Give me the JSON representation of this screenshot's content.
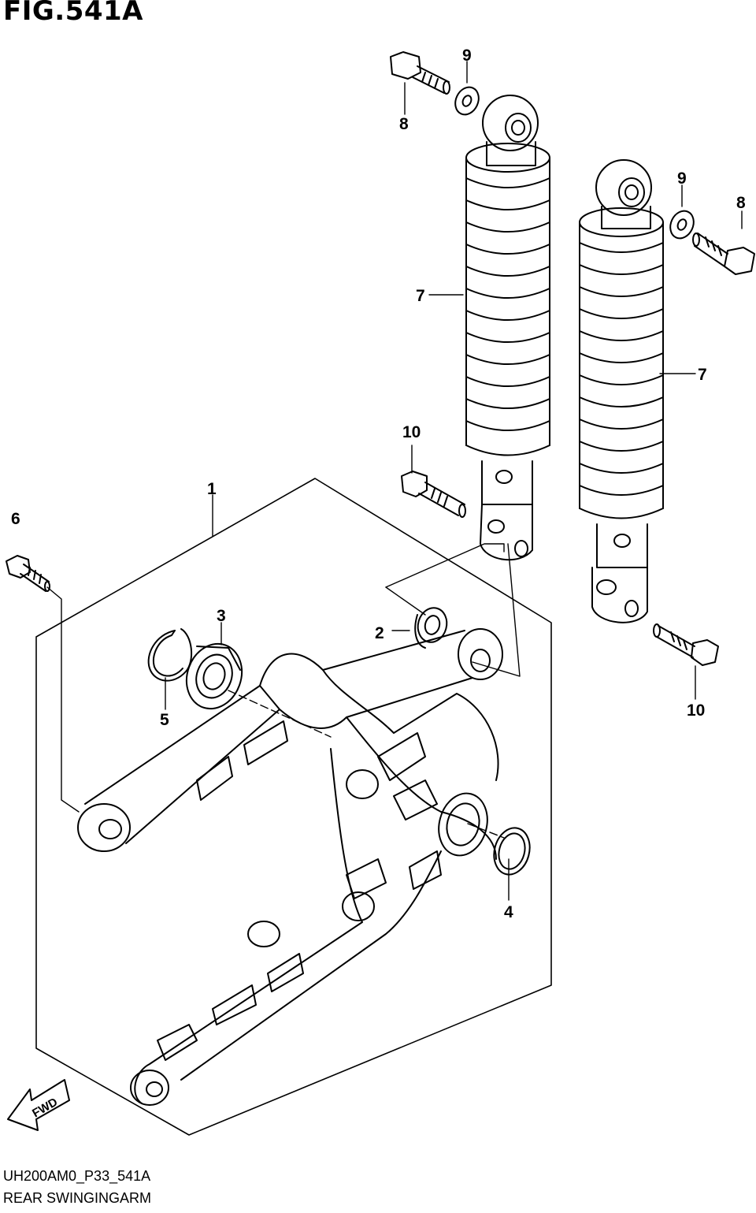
{
  "figure": {
    "title": "FIG.541A",
    "reference_code": "UH200AM0_P33_541A",
    "subtitle": "REAR SWINGINGARM"
  },
  "callouts": {
    "c1": "1",
    "c2": "2",
    "c3": "3",
    "c4": "4",
    "c5": "5",
    "c6": "6",
    "c7a": "7",
    "c7b": "7",
    "c8a": "8",
    "c8b": "8",
    "c9a": "9",
    "c9b": "9",
    "c10a": "10",
    "c10b": "10"
  },
  "direction_arrow": {
    "label": "FWD"
  }
}
